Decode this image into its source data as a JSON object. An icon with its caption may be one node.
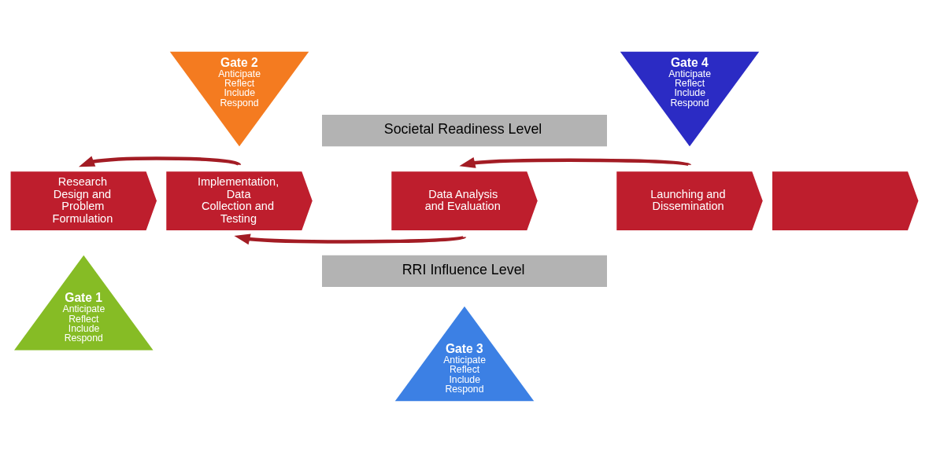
{
  "diagram": {
    "nodes": [
      {
        "text": [
          "Societal Readiness Level"
        ]
      },
      {
        "text": [
          "Research Design and Problem Formulation"
        ]
      },
      {
        "text": [
          "Implementation, Data Collection and Testing"
        ]
      },
      {
        "text": [
          "Data Analysis and Evaluation"
        ]
      },
      {
        "text": [
          "Launching and Dissemination"
        ]
      },
      {
        "text": [],
        "shape": "arrow"
      },
      {
        "text": [
          "Gate 1",
          "Anticipate Reflect Include Respond"
        ]
      },
      {
        "text": [
          "Gate 2",
          "Anticipate Reflect Include Respond"
        ]
      },
      {
        "text": [
          "Gate 3",
          "Anticipate Reflect Include Respond"
        ]
      },
      {
        "text": [
          "Gate 4",
          "Anticipate Reflect Include Respond"
        ]
      },
      {
        "text": [
          "RRI Influence Level"
        ]
      }
    ],
    "edges": [
      {
        "from": 2,
        "to": 1,
        "arrow": "to"
      },
      {
        "from": 3,
        "to": 2,
        "arrow": "to"
      },
      {
        "from": 4,
        "to": 3,
        "arrow": "to"
      }
    ]
  }
}
